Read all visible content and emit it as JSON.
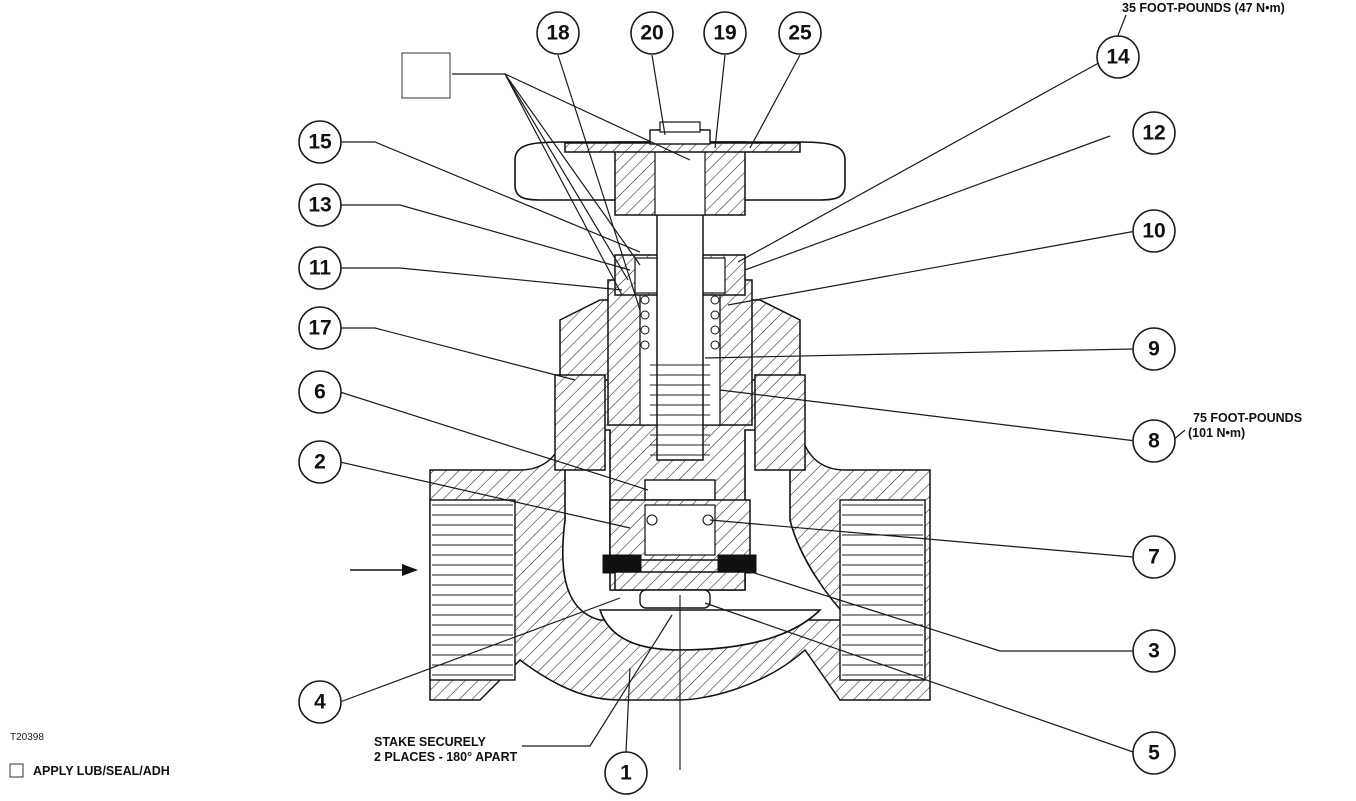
{
  "drawing_id": "T20398",
  "torque_notes": {
    "top": "35 FOOT-POUNDS (47 N•m)",
    "mid_line1": "75 FOOT-POUNDS",
    "mid_line2": "(101 N•m)"
  },
  "stake_note": {
    "line1": "STAKE SECURELY",
    "line2": "2 PLACES - 180° APART"
  },
  "legend": {
    "label": "APPLY LUB/SEAL/ADH"
  },
  "callouts": [
    "18",
    "20",
    "19",
    "25",
    "14",
    "12",
    "15",
    "13",
    "11",
    "17",
    "10",
    "9",
    "6",
    "8",
    "2",
    "7",
    "3",
    "4",
    "1",
    "5"
  ]
}
